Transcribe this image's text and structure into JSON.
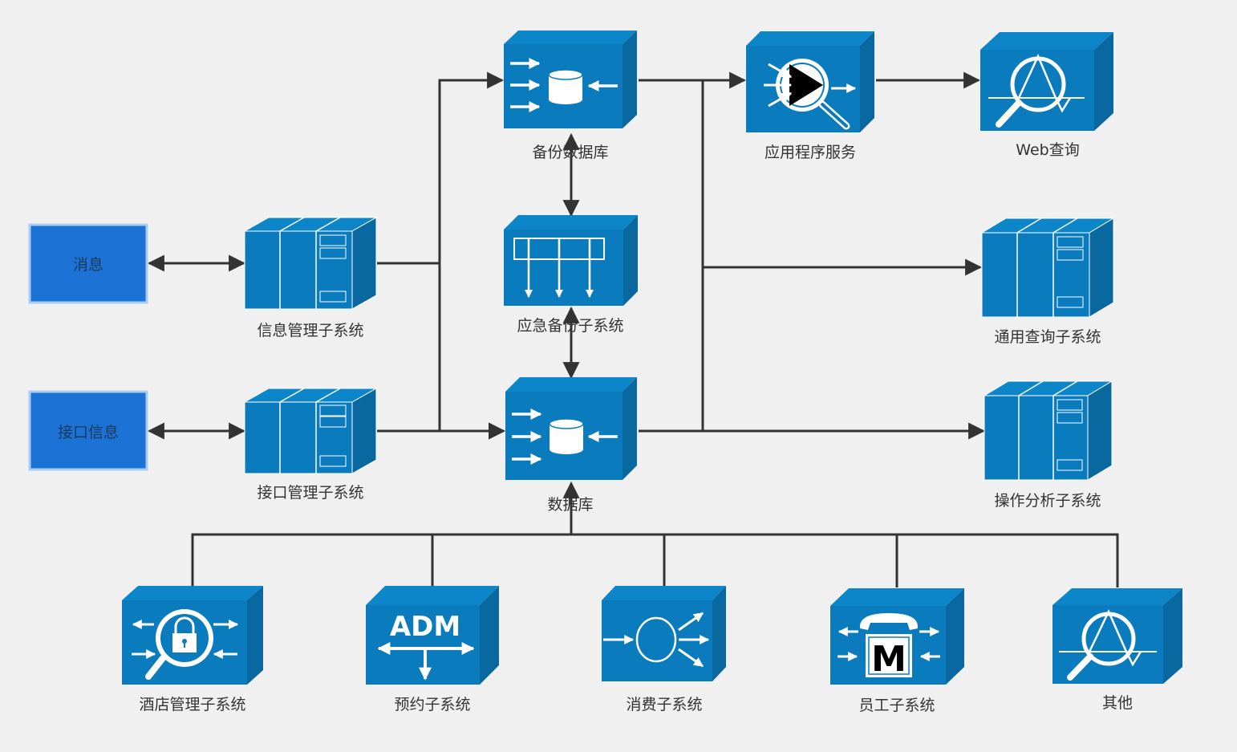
{
  "colors": {
    "block_front": "#0a7bbd",
    "block_top": "#0c86c9",
    "block_side": "#09689f",
    "msg_box": "#1d72d6",
    "msg_border": "#a9cdf4",
    "line": "#333333",
    "bg": "#f0f0f0"
  },
  "nodes": {
    "msg": {
      "label": "消息",
      "icon": "message-box"
    },
    "iface": {
      "label": "接口信息",
      "icon": "message-box"
    },
    "infoMgr": {
      "label": "信息管理子系统",
      "icon": "server-rack-icon"
    },
    "ifaceMgr": {
      "label": "接口管理子系统",
      "icon": "server-rack-icon"
    },
    "backupDb": {
      "label": "备份数据库",
      "icon": "database-icon"
    },
    "emergency": {
      "label": "应急备份子系统",
      "icon": "distribution-icon"
    },
    "db": {
      "label": "数据库",
      "icon": "database-icon"
    },
    "appSvc": {
      "label": "应用程序服务",
      "icon": "content-engine-icon"
    },
    "web": {
      "label": "Web查询",
      "icon": "monitor-magnifier-icon"
    },
    "generalQ": {
      "label": "通用查询子系统",
      "icon": "server-rack-icon"
    },
    "opAnalysis": {
      "label": "操作分析子系统",
      "icon": "server-rack-icon"
    },
    "hotel": {
      "label": "酒店管理子系统",
      "icon": "security-magnifier-icon"
    },
    "booking": {
      "label": "预约子系统",
      "icon": "adm-icon",
      "icon_text": "ADM"
    },
    "consume": {
      "label": "消费子系统",
      "icon": "fanout-icon"
    },
    "staff": {
      "label": "员工子系统",
      "icon": "phone-m-icon",
      "icon_text": "M"
    },
    "other": {
      "label": "其他",
      "icon": "monitor-magnifier-icon"
    }
  }
}
